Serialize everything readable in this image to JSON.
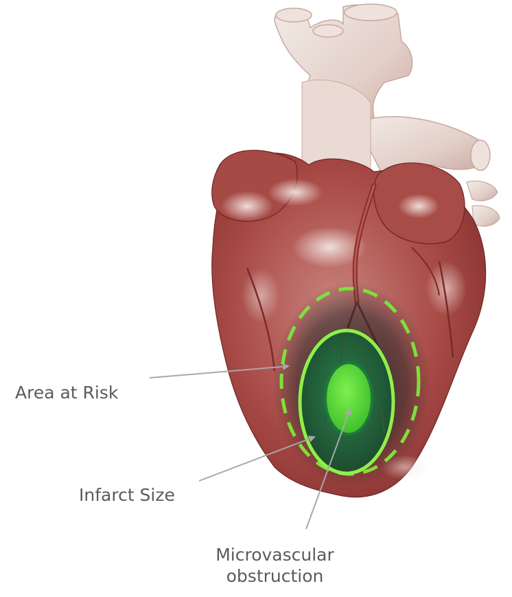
{
  "labels": {
    "area_at_risk": "Area at Risk",
    "infarct_size": "Infarct Size",
    "microvascular_line1": "Microvascular",
    "microvascular_line2": "obstruction"
  },
  "colors": {
    "area_at_risk_outline": "#7ee03a",
    "infarct_outline": "#8ff04a",
    "infarct_fill": "#1f6a3f",
    "mvo_fill": "#5ad234",
    "mvo_outline": "#1d7a3a",
    "arrow": "#a8a8a8",
    "label_text": "#5b5b5b"
  }
}
